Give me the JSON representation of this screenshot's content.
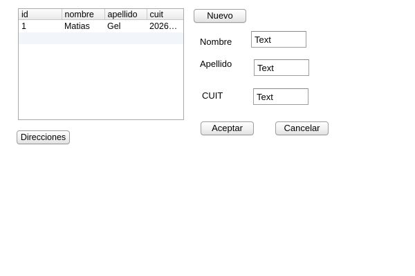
{
  "table": {
    "columns": [
      "id",
      "nombre",
      "apellido",
      "cuit"
    ],
    "rows": [
      {
        "id": "1",
        "nombre": "Matias",
        "apellido": "Gel",
        "cuit": "2026…"
      }
    ]
  },
  "buttons": {
    "nuevo": "Nuevo",
    "direcciones": "Direcciones",
    "aceptar": "Aceptar",
    "cancelar": "Cancelar"
  },
  "form": {
    "nombre_label": "Nombre",
    "nombre_value": "Text",
    "apellido_label": "Apellido",
    "apellido_value": "Text",
    "cuit_label": "CUIT",
    "cuit_value": "Text"
  }
}
